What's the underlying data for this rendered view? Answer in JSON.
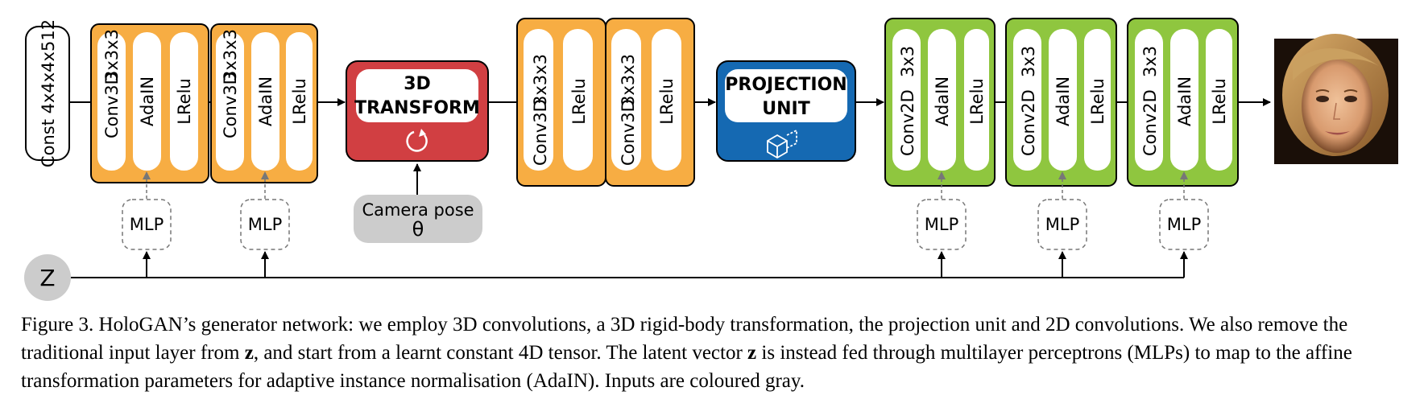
{
  "colors": {
    "orange": "#f7ad43",
    "red": "#d13f42",
    "blue": "#1569b2",
    "green": "#8fc63f",
    "input_gray": "#cccccc",
    "black": "#000000"
  },
  "diagram": {
    "const_input": "Const 4x4x4x512",
    "blocks3d": [
      {
        "conv": "Conv3D",
        "kernel": "3x3x3",
        "norm": "AdaIN",
        "act": "LRelu"
      },
      {
        "conv": "Conv3D",
        "kernel": "3x3x3",
        "norm": "AdaIN",
        "act": "LRelu"
      }
    ],
    "transform": {
      "line1": "3D",
      "line2": "TRANSFORM",
      "icon": "rotate-icon"
    },
    "camera": {
      "label": "Camera pose",
      "symbol": "θ"
    },
    "blocks3d_plain": [
      {
        "conv": "Conv3D",
        "kernel": "3x3x3",
        "act": "LRelu"
      },
      {
        "conv": "Conv3D",
        "kernel": "3x3x3",
        "act": "LRelu"
      }
    ],
    "projection": {
      "line1": "PROJECTION",
      "line2": "UNIT",
      "icon": "cube-icon"
    },
    "blocks2d": [
      {
        "conv": "Conv2D",
        "kernel": "3x3",
        "norm": "AdaIN",
        "act": "LRelu"
      },
      {
        "conv": "Conv2D",
        "kernel": "3x3",
        "norm": "AdaIN",
        "act": "LRelu"
      },
      {
        "conv": "Conv2D",
        "kernel": "3x3",
        "norm": "AdaIN",
        "act": "LRelu"
      }
    ],
    "mlp_label": "MLP",
    "z_label": "Z",
    "output_image": "generated-face-image"
  },
  "caption": {
    "label": "Figure 3.",
    "part1": " HoloGAN’s generator network: we employ 3D convolutions, a 3D rigid-body transformation, the projection unit and 2D convolutions. We also remove the traditional input layer from ",
    "z1": "z",
    "part2": ", and start from a learnt constant 4D tensor. The latent vector ",
    "z2": "z",
    "part3": " is instead fed through multilayer perceptrons (MLPs) to map to the affine transformation parameters for adaptive instance normalisation (AdaIN). Inputs are coloured gray."
  }
}
